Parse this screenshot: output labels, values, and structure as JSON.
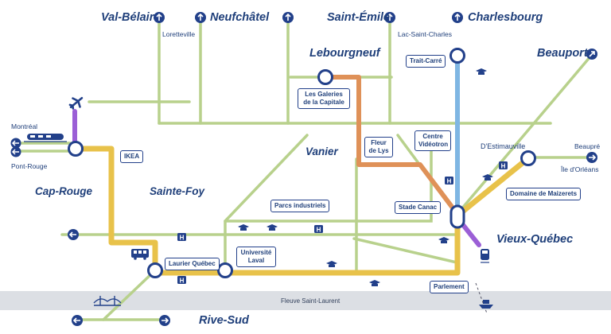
{
  "map": {
    "districts": {
      "val_belair": "Val-Bélair",
      "neufchatel": "Neufchâtel",
      "saint_emile": "Saint-Émile",
      "charlesbourg": "Charlesbourg",
      "lebourgneuf": "Lebourgneuf",
      "beauport": "Beauport",
      "vanier": "Vanier",
      "cap_rouge": "Cap-Rouge",
      "sainte_foy": "Sainte-Foy",
      "vieux_quebec": "Vieux-Québec",
      "rive_sud": "Rive-Sud"
    },
    "places": {
      "loretteville": "Loretteville",
      "lac_saint_charles": "Lac-Saint-Charles",
      "montreal": "Montréal",
      "pont_rouge": "Pont-Rouge",
      "destimauville": "D'Estimauville",
      "beaupre": "Beaupré",
      "ile_orleans": "Île d'Orléans",
      "fleuve": "Fleuve Saint-Laurent"
    },
    "stops": {
      "trait_carre": "Trait-Carré",
      "galeries_capitale": "Les Galeries de la Capitale",
      "ikea": "IKEA",
      "fleur_de_lys": "Fleur de Lys",
      "centre_videotron": "Centre Vidéotron",
      "parcs_industriels": "Parcs industriels",
      "stade_canac": "Stade Canac",
      "domaine_maizerets": "Domaine de Maizerets",
      "universite_laval": "Université Laval",
      "laurier_quebec": "Laurier Québec",
      "parlement": "Parlement"
    },
    "icon_letters": {
      "hospital": "H"
    },
    "colors": {
      "yellow_line": "#e8c24a",
      "orange_line": "#df9158",
      "blue_line": "#7fb6e3",
      "purple_line": "#9b5fd6",
      "green_line": "#b8d18c",
      "navy": "#22408a",
      "river": "#dcdfe4"
    }
  }
}
